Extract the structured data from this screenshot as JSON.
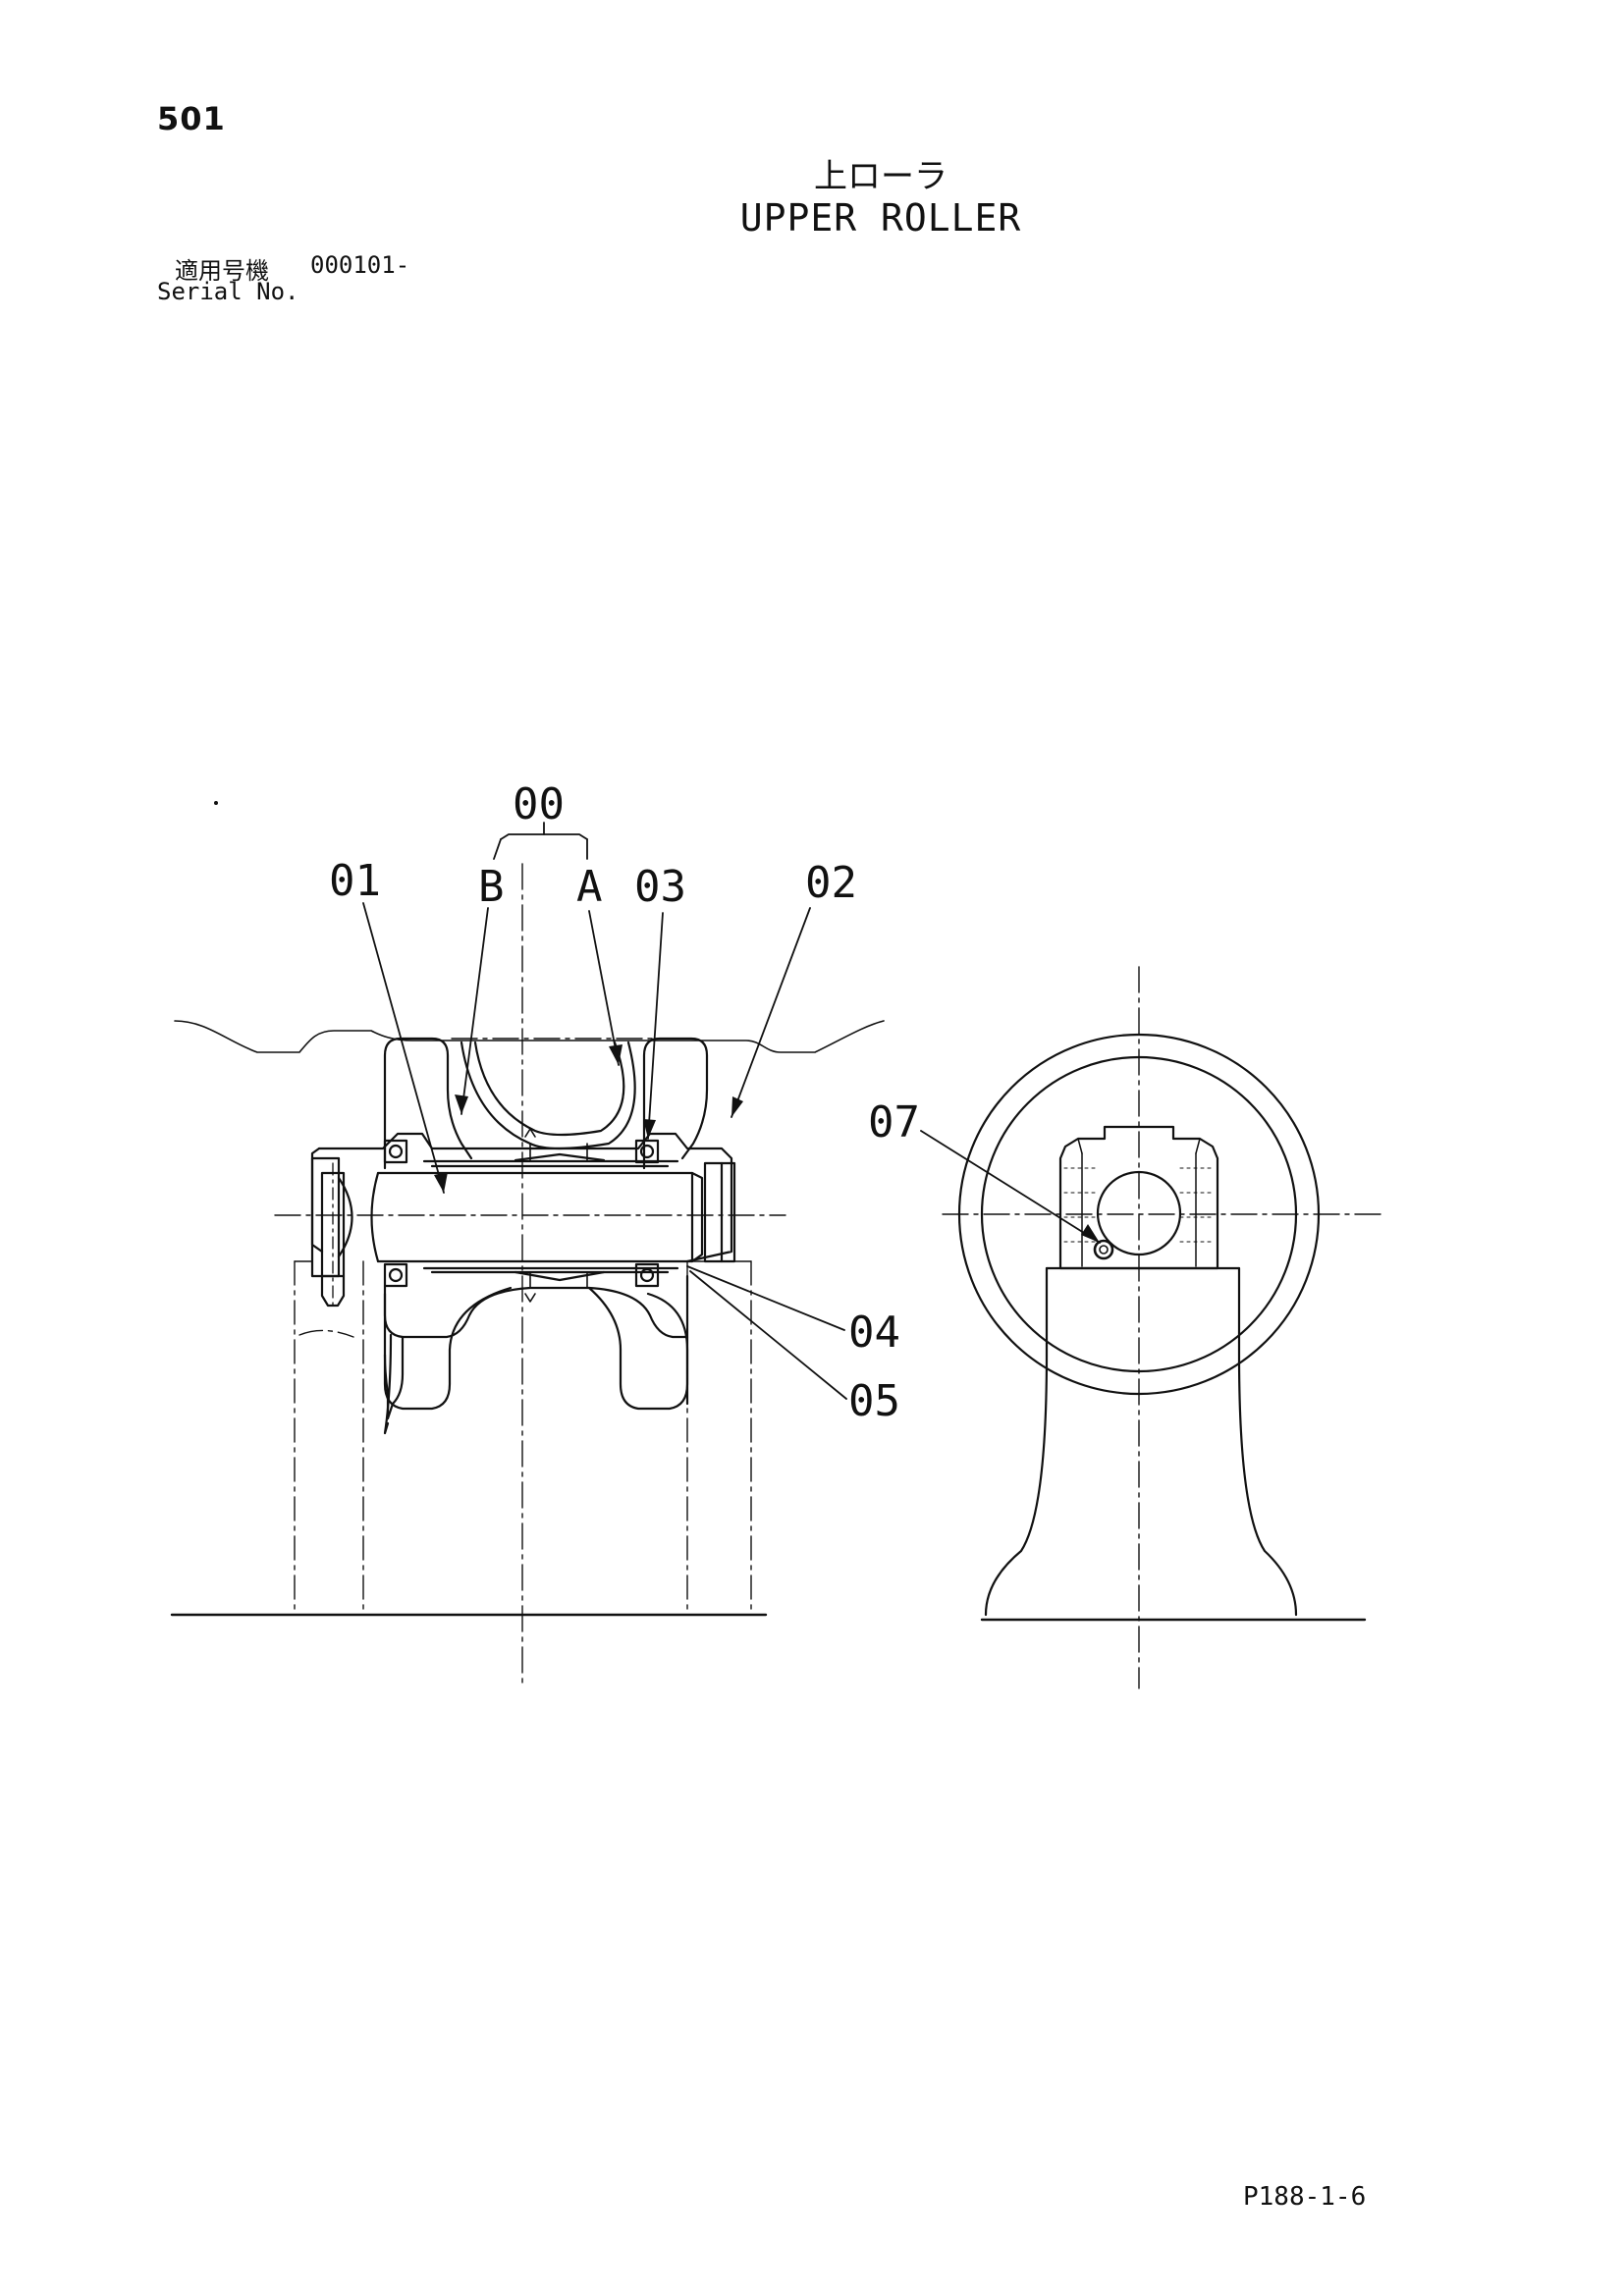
{
  "header": {
    "page_number": "501",
    "title_jp": "上ローラ",
    "title_en": "UPPER ROLLER",
    "serial_label_jp": "適用号機",
    "serial_value": "000101-",
    "serial_label_en": "Serial No."
  },
  "drawing": {
    "callouts": [
      "00",
      "01",
      "B",
      "A",
      "03",
      "02",
      "07",
      "04",
      "05"
    ]
  },
  "footer": {
    "reference": "P188-1-6"
  }
}
